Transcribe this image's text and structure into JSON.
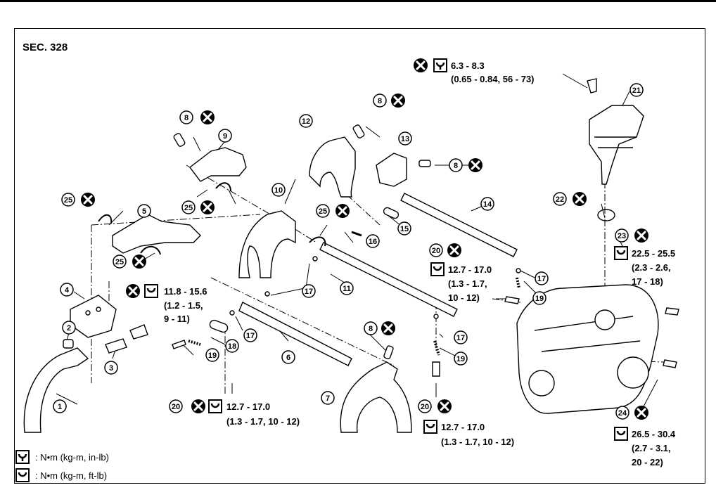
{
  "section": "SEC. 328",
  "parts": [
    "1",
    "2",
    "3",
    "4",
    "5",
    "6",
    "7",
    "8",
    "9",
    "10",
    "11",
    "12",
    "13",
    "14",
    "15",
    "16",
    "17",
    "18",
    "19",
    "20",
    "21",
    "22",
    "23",
    "24",
    "25"
  ],
  "torque_specs": {
    "t21": {
      "line1": "6.3 - 8.3",
      "line2": "(0.65 - 0.84, 56 - 73)"
    },
    "t4": {
      "line1": "11.8 - 15.6",
      "line2": "(1.2 - 1.5,",
      "line3": "9 - 11)"
    },
    "t20a": {
      "line1": "12.7 - 17.0",
      "line2": "(1.3 - 1.7,",
      "line3": "10 - 12)"
    },
    "t20b": {
      "line1": "12.7 - 17.0",
      "line2": "(1.3 - 1.7, 10 - 12)"
    },
    "t20c": {
      "line1": "12.7 - 17.0",
      "line2": "(1.3 - 1.7, 10 - 12)"
    },
    "t23": {
      "line1": "22.5 - 25.5",
      "line2": "(2.3 - 2.6,",
      "line3": "17 - 18)"
    },
    "t24": {
      "line1": "26.5 - 30.4",
      "line2": "(2.7 - 3.1,",
      "line3": "20 - 22)"
    }
  },
  "legend": {
    "in_lb": ": N•m  (kg-m,  in-lb)",
    "ft_lb": ": N•m  (kg-m,  ft-lb)"
  }
}
